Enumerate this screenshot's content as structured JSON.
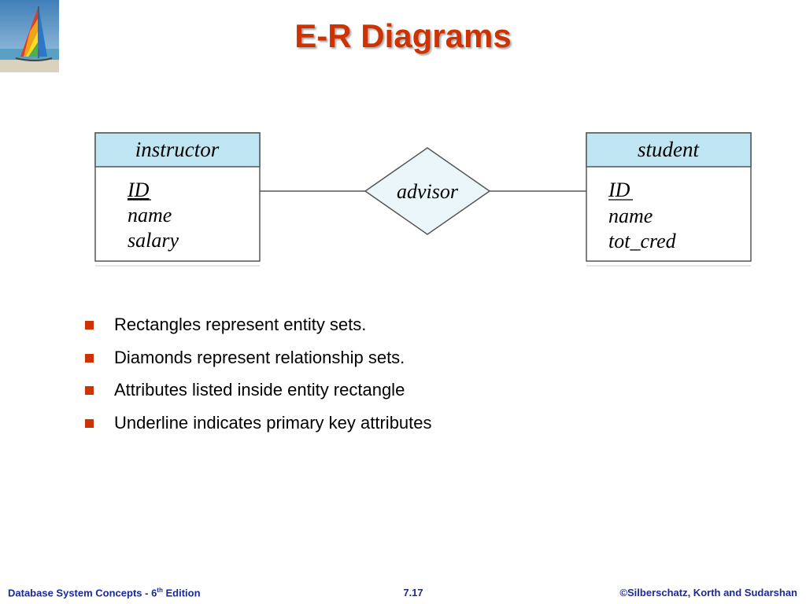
{
  "title": "E-R Diagrams",
  "diagram": {
    "entities": [
      {
        "name": "instructor",
        "attributes": [
          "ID",
          "name",
          "salary"
        ],
        "primary_key": "ID"
      },
      {
        "name": "student",
        "attributes": [
          "ID",
          "name",
          "tot_cred"
        ],
        "primary_key": "ID"
      }
    ],
    "relationship": "advisor",
    "colors": {
      "header_fill": "#bfe6f2",
      "diamond_fill": "#eaf6fa",
      "line": "#555555"
    }
  },
  "bullets": [
    "Rectangles represent entity sets.",
    "Diamonds represent relationship sets.",
    "Attributes listed inside entity rectangle",
    "Underline indicates primary key attributes"
  ],
  "footer": {
    "left_prefix": "Database System Concepts - 6",
    "left_sup": "th",
    "left_suffix": " Edition",
    "center": "7.17",
    "right": "©Silberschatz, Korth and Sudarshan"
  },
  "colors": {
    "title": "#cc3300",
    "bullet": "#cc3300",
    "footer": "#1a2a99"
  }
}
